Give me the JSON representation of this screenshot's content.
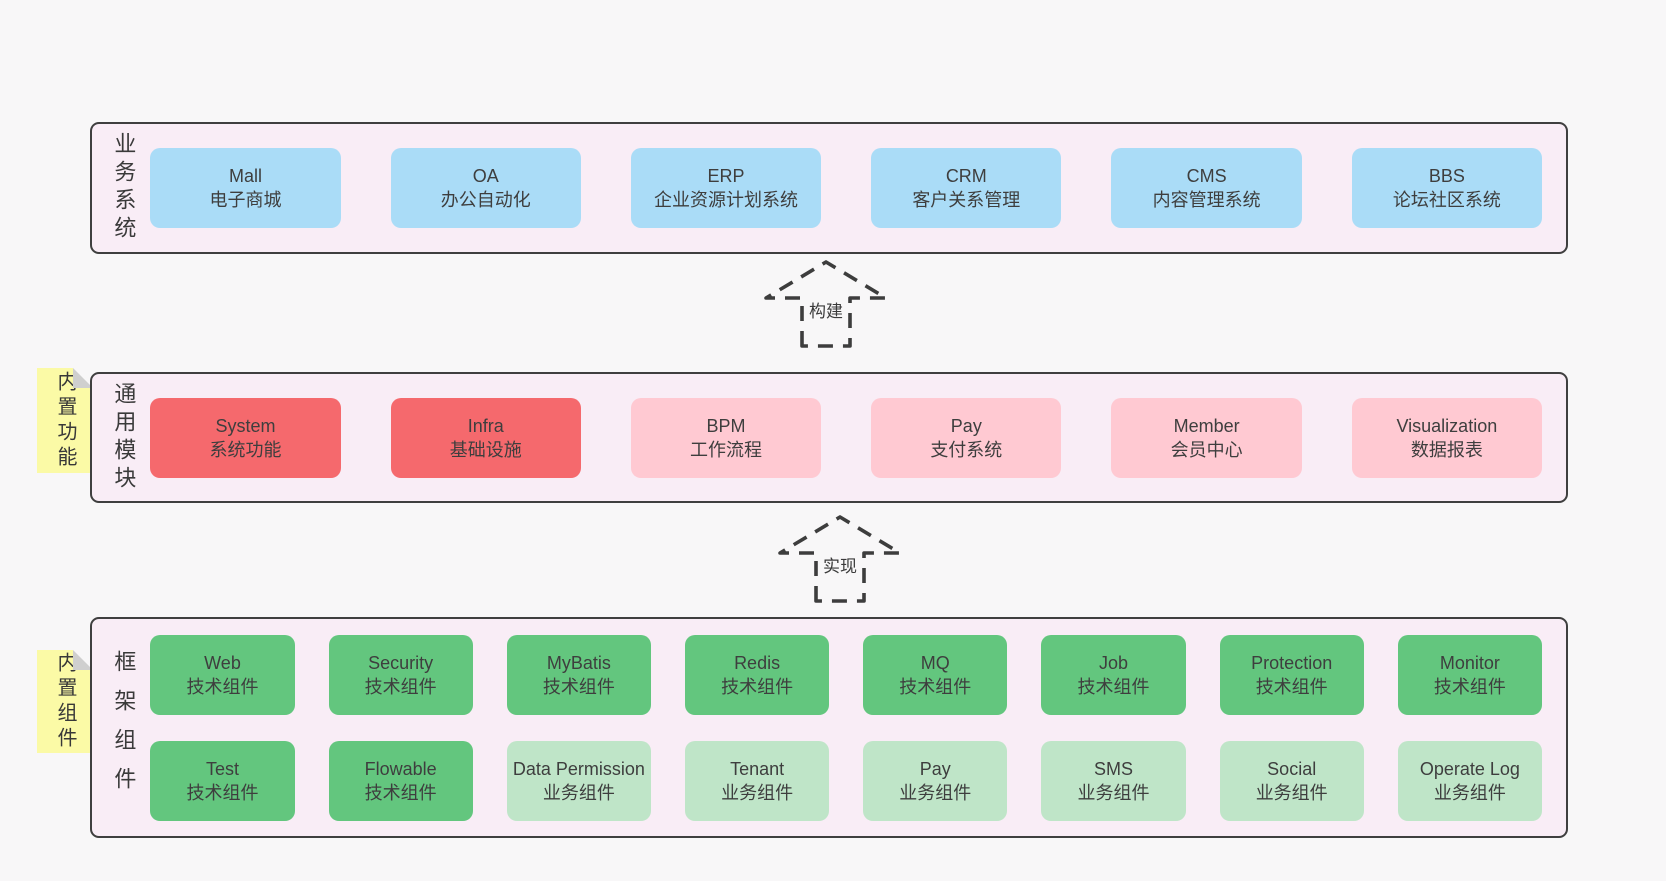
{
  "colors": {
    "page_bg": "#f8f7f8",
    "panel_bg": "#f9edf6",
    "panel_border": "#3f3f3f",
    "blue_box": "#aadcf7",
    "red_box": "#f5696d",
    "pink_box": "#ffc9d2",
    "green_box": "#63c67e",
    "light_green_box": "#bfe5c8",
    "sticky_yellow": "#fbfaa6",
    "sticky_fold_gray": "#cfcfcf",
    "text": "#3e3e3e"
  },
  "sections": {
    "business": {
      "label": "业务系统",
      "boxes": [
        {
          "name": "Mall",
          "desc": "电子商城"
        },
        {
          "name": "OA",
          "desc": "办公自动化"
        },
        {
          "name": "ERP",
          "desc": "企业资源计划系统"
        },
        {
          "name": "CRM",
          "desc": "客户关系管理"
        },
        {
          "name": "CMS",
          "desc": "内容管理系统"
        },
        {
          "name": "BBS",
          "desc": "论坛社区系统"
        }
      ]
    },
    "arrow_build": {
      "label": "构建"
    },
    "modules": {
      "sticky": "内置功能",
      "label": "通用模块",
      "boxes": [
        {
          "name": "System",
          "desc": "系统功能",
          "color": "red"
        },
        {
          "name": "Infra",
          "desc": "基础设施",
          "color": "red"
        },
        {
          "name": "BPM",
          "desc": "工作流程",
          "color": "pink"
        },
        {
          "name": "Pay",
          "desc": "支付系统",
          "color": "pink"
        },
        {
          "name": "Member",
          "desc": "会员中心",
          "color": "pink"
        },
        {
          "name": "Visualization",
          "desc": "数据报表",
          "color": "pink"
        }
      ]
    },
    "arrow_implement": {
      "label": "实现"
    },
    "components": {
      "sticky": "内置组件",
      "label": "框架组件",
      "rows": [
        [
          {
            "name": "Web",
            "desc": "技术组件",
            "color": "green"
          },
          {
            "name": "Security",
            "desc": "技术组件",
            "color": "green"
          },
          {
            "name": "MyBatis",
            "desc": "技术组件",
            "color": "green"
          },
          {
            "name": "Redis",
            "desc": "技术组件",
            "color": "green"
          },
          {
            "name": "MQ",
            "desc": "技术组件",
            "color": "green"
          },
          {
            "name": "Job",
            "desc": "技术组件",
            "color": "green"
          },
          {
            "name": "Protection",
            "desc": "技术组件",
            "color": "green"
          },
          {
            "name": "Monitor",
            "desc": "技术组件",
            "color": "green"
          }
        ],
        [
          {
            "name": "Test",
            "desc": "技术组件",
            "color": "green"
          },
          {
            "name": "Flowable",
            "desc": "技术组件",
            "color": "green"
          },
          {
            "name": "Data Permission",
            "desc": "业务组件",
            "color": "light_green"
          },
          {
            "name": "Tenant",
            "desc": "业务组件",
            "color": "light_green"
          },
          {
            "name": "Pay",
            "desc": "业务组件",
            "color": "light_green"
          },
          {
            "name": "SMS",
            "desc": "业务组件",
            "color": "light_green"
          },
          {
            "name": "Social",
            "desc": "业务组件",
            "color": "light_green"
          },
          {
            "name": "Operate Log",
            "desc": "业务组件",
            "color": "light_green"
          }
        ]
      ]
    }
  }
}
